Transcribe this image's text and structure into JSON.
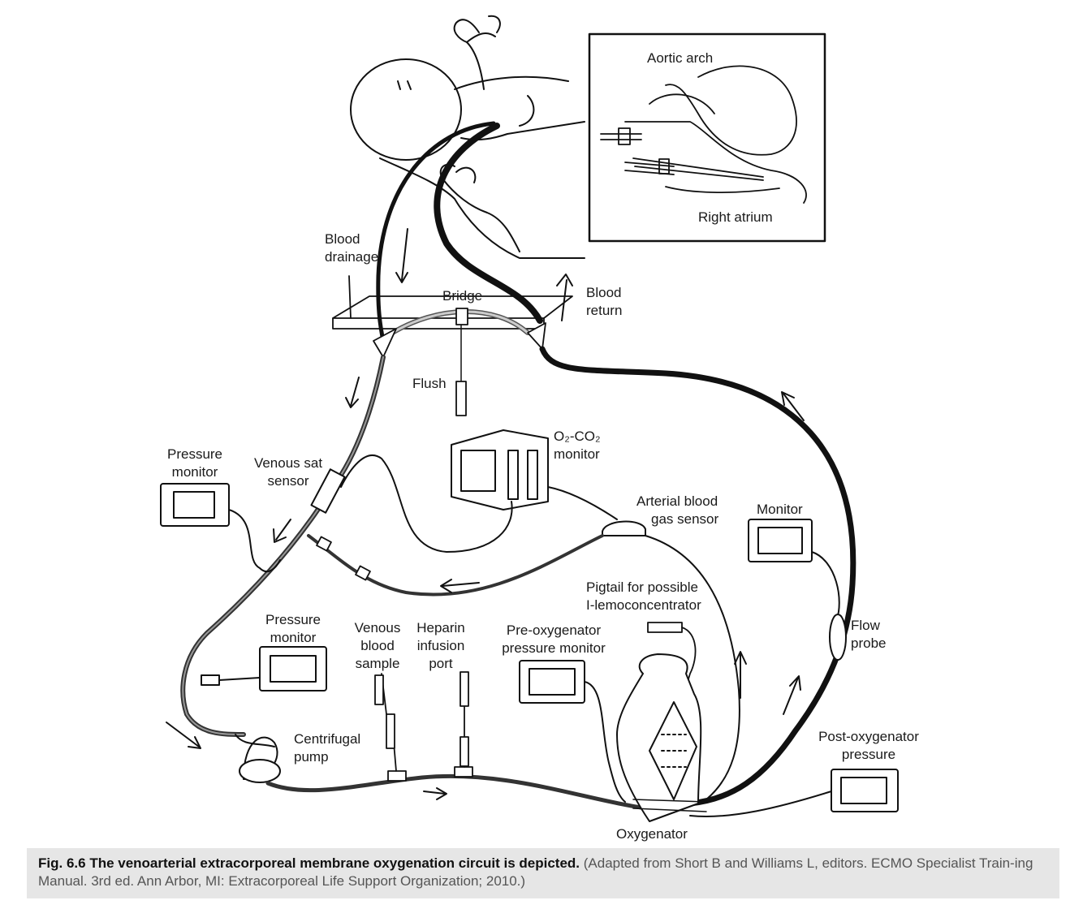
{
  "labels": {
    "aortic_arch": "Aortic arch",
    "right_atrium": "Right atrium",
    "blood_drainage": [
      "Blood",
      "drainage"
    ],
    "bridge": "Bridge",
    "blood_return": [
      "Blood",
      "return"
    ],
    "flush": "Flush",
    "o2co2_monitor": [
      "O₂-CO₂",
      "monitor"
    ],
    "pressure_monitor_left": [
      "Pressure",
      "monitor"
    ],
    "venous_sat_sensor": [
      "Venous sat",
      "sensor"
    ],
    "arterial_blood_gas_sensor": [
      "Arterial blood",
      "gas sensor"
    ],
    "monitor": "Monitor",
    "pigtail": [
      "Pigtail for possible",
      "I-lemoconcentrator"
    ],
    "flow_probe": [
      "Flow",
      "probe"
    ],
    "pressure_monitor_lower": [
      "Pressure",
      "monitor"
    ],
    "venous_blood_sample": [
      "Venous",
      "blood",
      "sample"
    ],
    "heparin_infusion_port": [
      "Heparin",
      "infusion",
      "port"
    ],
    "pre_oxygenator_pressure_monitor": [
      "Pre-oxygenator",
      "pressure monitor"
    ],
    "centrifugal_pump": [
      "Centrifugal",
      "pump"
    ],
    "post_oxygenator_pressure": [
      "Post-oxygenator",
      "pressure"
    ],
    "oxygenator": "Oxygenator"
  },
  "caption": {
    "figure_number": "Fig. 6.6",
    "title": "The venoarterial extracorporeal membrane oxygenation circuit is depicted.",
    "source": "(Adapted from Short B and Williams L, editors. ECMO Specialist Train-ing Manual. 3rd ed. Ann Arbor, MI: Extracorporeal Life Support Organization; 2010.)"
  }
}
